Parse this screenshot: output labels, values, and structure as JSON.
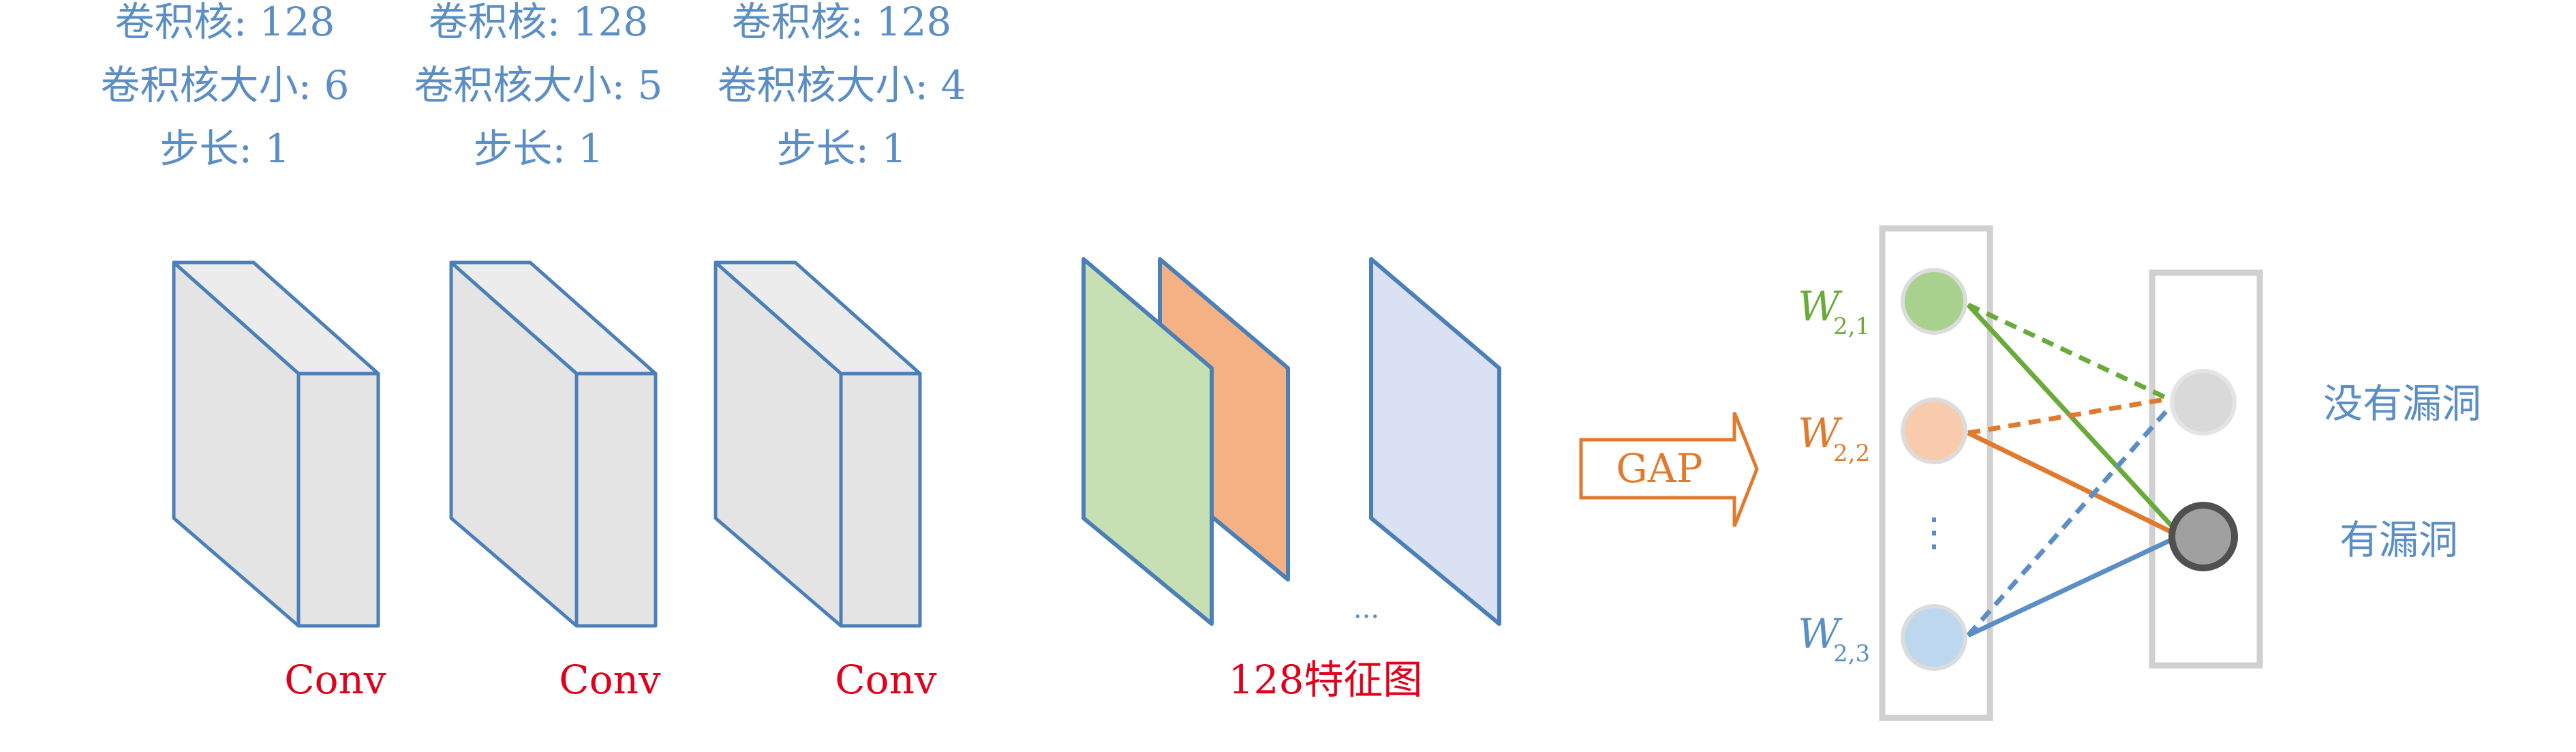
{
  "colors": {
    "blue": "#5b8ec4",
    "edge": "#4a7fb8",
    "red": "#e0001b",
    "orange": "#e07a2e",
    "green": "#6aaa3a",
    "gray_box": "#d0d0d0",
    "block_fill": "#e4e4e4",
    "green_map": "#c6e0b4",
    "orange_map": "#f4b183",
    "blue_map": "#d9e1f2"
  },
  "layers": [
    {
      "filters": "卷积核: 128",
      "kernel": "卷积核大小: 6",
      "stride": "步长: 1",
      "label": "Conv"
    },
    {
      "filters": "卷积核: 128",
      "kernel": "卷积核大小: 5",
      "stride": "步长: 1",
      "label": "Conv"
    },
    {
      "filters": "卷积核: 128",
      "kernel": "卷积核大小: 4",
      "stride": "步长: 1",
      "label": "Conv"
    }
  ],
  "feature_maps": {
    "label": "128特征图",
    "ellipsis": "···"
  },
  "gap": {
    "label": "GAP"
  },
  "weights": [
    {
      "main": "W",
      "sub": "2,1"
    },
    {
      "main": "W",
      "sub": "2,2"
    },
    {
      "main": "W",
      "sub": "2,3"
    }
  ],
  "vdots": "⋮",
  "outputs": [
    {
      "label": "没有漏洞"
    },
    {
      "label": "有漏洞"
    }
  ]
}
